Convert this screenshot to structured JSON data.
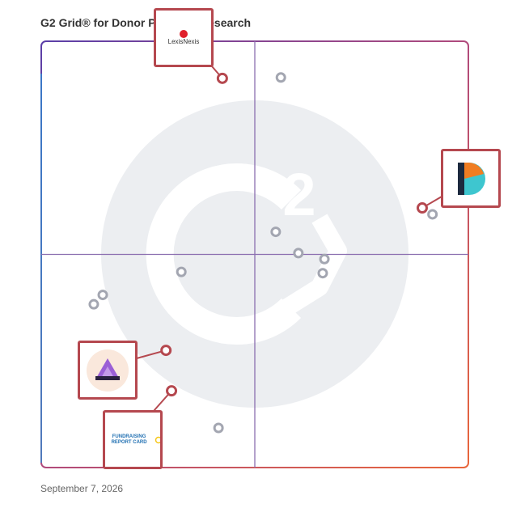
{
  "title": "G2 Grid® for Donor Prospect Research",
  "date": "September 7, 2026",
  "colors": {
    "frame_top_left": "#5b3fa8",
    "frame_right": "#e9663b",
    "frame_bottom_left": "#2b8fd6",
    "axis": "#8b6fb0",
    "marker_gray": "#a3a6b1",
    "marker_highlight": "#b5484f",
    "background_logo": "#eceef1"
  },
  "chart_data": {
    "type": "scatter",
    "title": "G2 Grid® for Donor Prospect Research",
    "xlabel": "",
    "ylabel": "",
    "xlim": [
      0,
      100
    ],
    "ylim": [
      0,
      100
    ],
    "grid": false,
    "quadrant_split": {
      "x": 50,
      "y": 50
    },
    "points": [
      {
        "x": 42.4,
        "y": 91.3,
        "highlight": true,
        "logo": "lexisnexis-logo",
        "label": "LexisNexis"
      },
      {
        "x": 56.1,
        "y": 91.5,
        "highlight": false
      },
      {
        "x": 89.2,
        "y": 60.9,
        "highlight": true,
        "logo": "d-logo"
      },
      {
        "x": 91.6,
        "y": 59.4,
        "highlight": false
      },
      {
        "x": 54.9,
        "y": 55.3,
        "highlight": false
      },
      {
        "x": 60.2,
        "y": 50.3,
        "highlight": false
      },
      {
        "x": 66.3,
        "y": 48.9,
        "highlight": false
      },
      {
        "x": 65.9,
        "y": 45.6,
        "highlight": false
      },
      {
        "x": 32.8,
        "y": 45.9,
        "highlight": false
      },
      {
        "x": 14.4,
        "y": 40.5,
        "highlight": false
      },
      {
        "x": 12.3,
        "y": 38.3,
        "highlight": false
      },
      {
        "x": 29.2,
        "y": 27.5,
        "highlight": true,
        "logo": "pyramid-logo"
      },
      {
        "x": 30.5,
        "y": 18.0,
        "highlight": true,
        "logo": "report-card-logo",
        "label": "FUNDRAISING REPORT CARD"
      },
      {
        "x": 41.5,
        "y": 9.3,
        "highlight": false
      }
    ]
  }
}
